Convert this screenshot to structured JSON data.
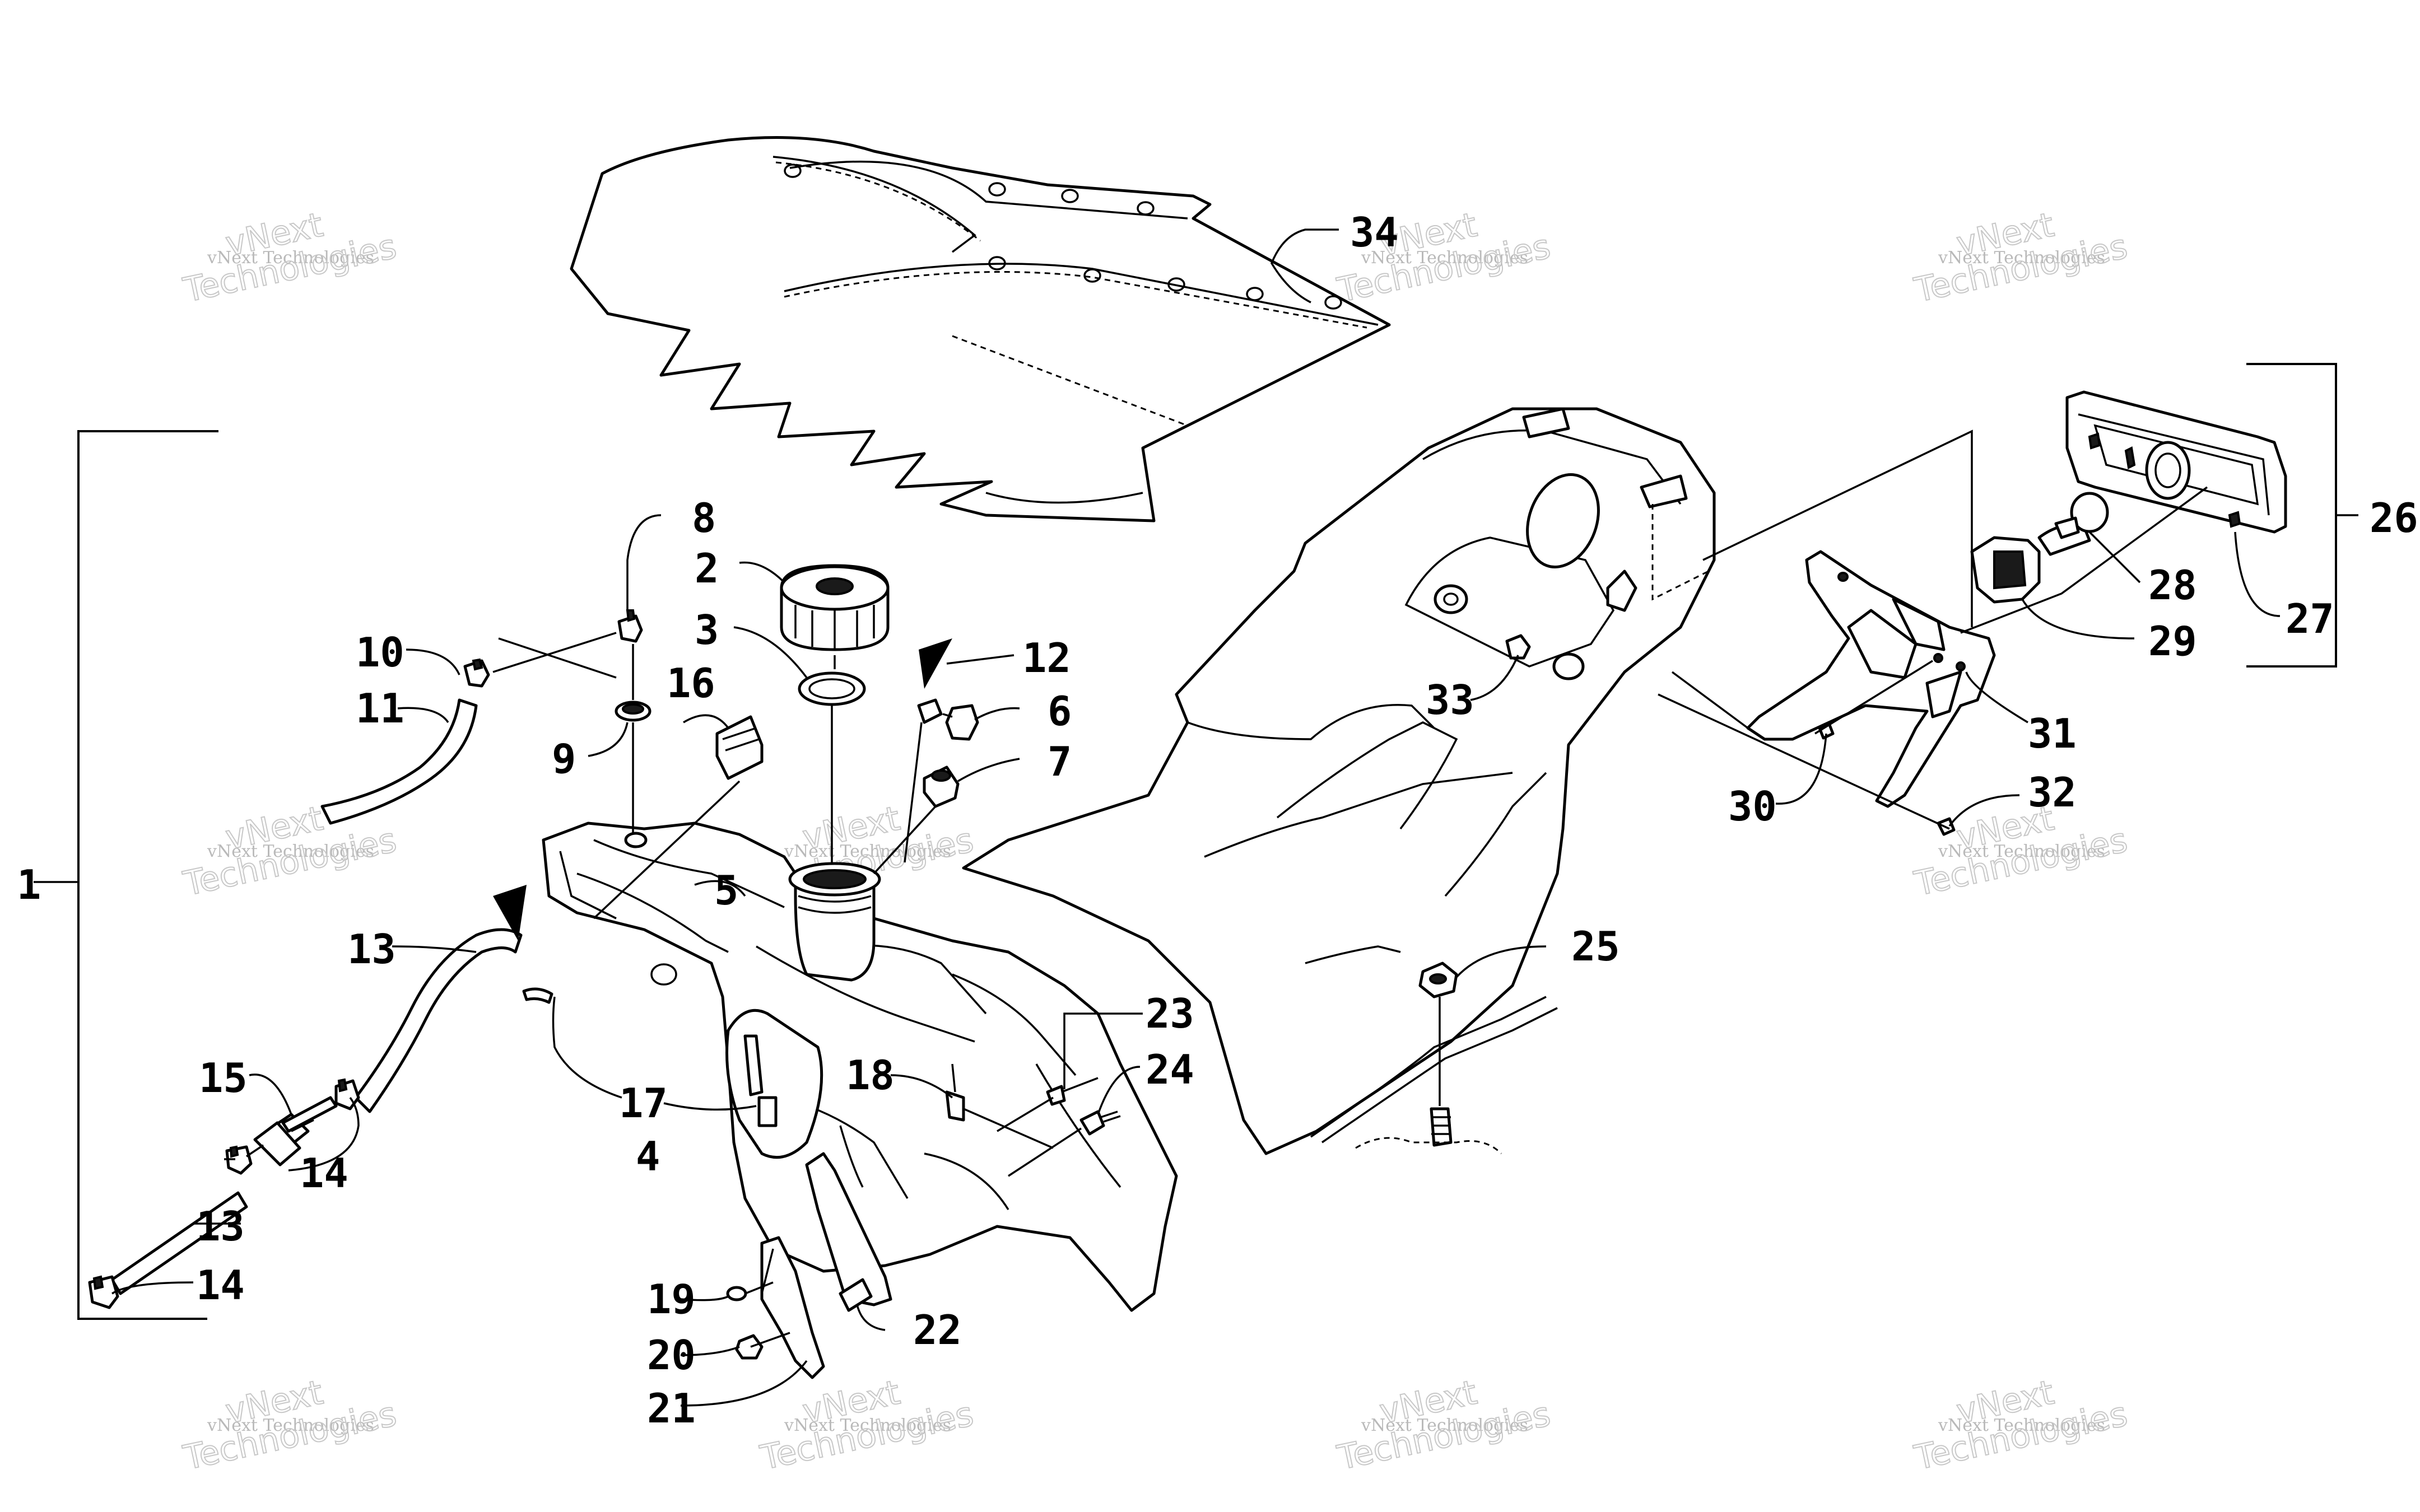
{
  "watermark": {
    "line_small": "vNext Technologies",
    "line_big_1": "vNext",
    "line_big_2": "Technologies"
  },
  "callouts": {
    "c1": "1",
    "c2": "2",
    "c3": "3",
    "c4": "4",
    "c5": "5",
    "c6": "6",
    "c7": "7",
    "c8": "8",
    "c9": "9",
    "c10": "10",
    "c11": "11",
    "c12": "12",
    "c13a": "13",
    "c13b": "13",
    "c14a": "14",
    "c14b": "14",
    "c15": "15",
    "c16": "16",
    "c17": "17",
    "c18": "18",
    "c19": "19",
    "c20": "20",
    "c21": "21",
    "c22": "22",
    "c23": "23",
    "c24": "24",
    "c25": "25",
    "c26": "26",
    "c27": "27",
    "c28": "28",
    "c29": "29",
    "c30": "30",
    "c31": "31",
    "c32": "32",
    "c33": "33",
    "c34": "34"
  },
  "colors": {
    "line": "#000000",
    "watermark": "#b9b9b9",
    "background": "#ffffff"
  }
}
